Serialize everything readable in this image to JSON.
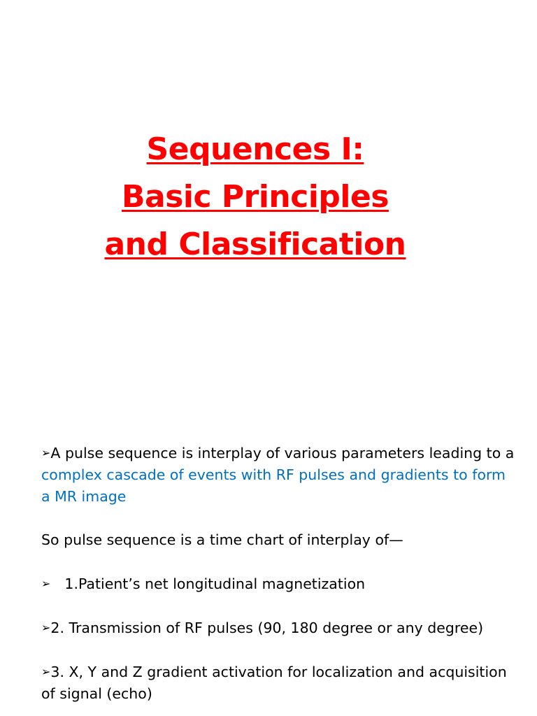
{
  "title": {
    "line1": "Sequences I:",
    "line2": "Basic Principles",
    "line3": "and Classification"
  },
  "content": {
    "p1_pre": "A pulse sequence is interplay of various parameters leading to a ",
    "p1_highlight": "complex cascade of events with RF pulses and gradients to form a MR image",
    "p2": "So pulse sequence is a time chart of interplay of—",
    "item1": "1.Patient’s net longitudinal magnetization",
    "item2": "2. Transmission of RF pulses (90, 180 degree or any degree)",
    "item3": "3. X, Y and Z gradient activation for localization and acquisition of signal (echo)"
  },
  "icons": {
    "bullet": "arrowhead-bullet-icon"
  },
  "colors": {
    "title": "#ff0000",
    "highlight": "#0070c0",
    "text": "#000000"
  }
}
